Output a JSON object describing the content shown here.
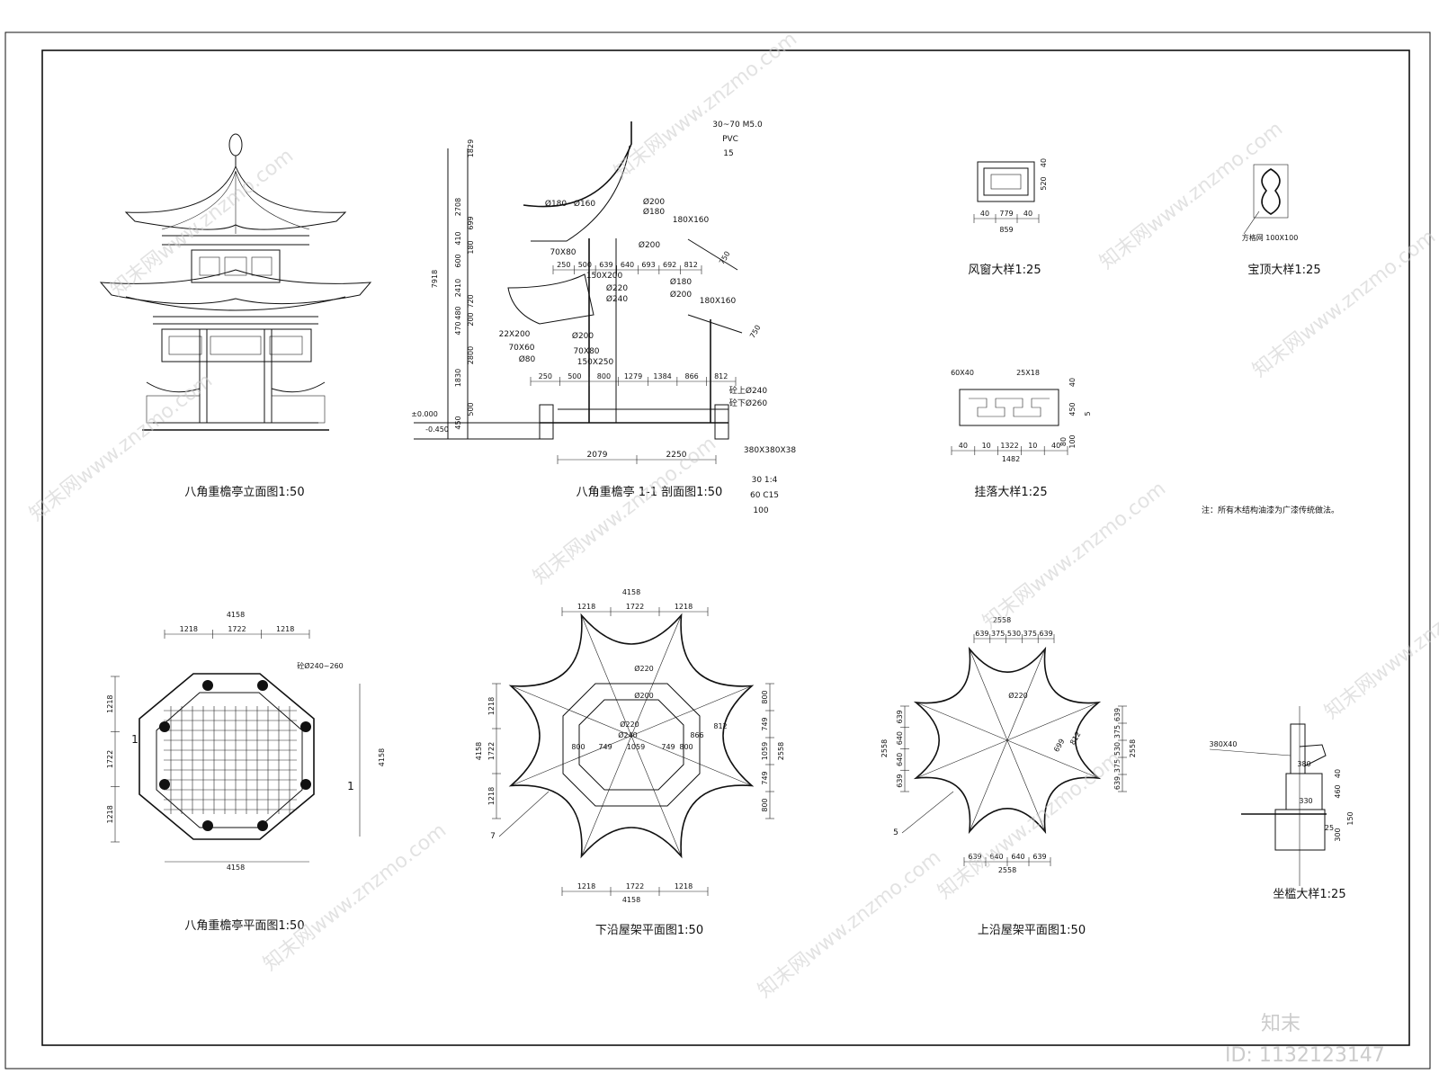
{
  "titles": {
    "elevation": "八角重檐亭立面图1:50",
    "section": "八角重檐亭 1-1 剖面图1:50",
    "wind_window": "风窗大样1:25",
    "finial": "宝顶大样1:25",
    "hanging": "挂落大样1:25",
    "note": "注：所有木结构油漆为广漆传统做法。",
    "plan": "八角重檐亭平面图1:50",
    "lower_roof": "下沿屋架平面图1:50",
    "upper_roof": "上沿屋架平面图1:50",
    "bench": "坐槛大样1:25"
  },
  "section_labels": {
    "heights": [
      "1829",
      "2708",
      "699",
      "410",
      "180",
      "600",
      "7918",
      "2410",
      "720",
      "480",
      "200",
      "470",
      "2800",
      "1830",
      "500",
      "450"
    ],
    "members": [
      "30~70  M5.0",
      "PVC",
      "15",
      "Ø200",
      "Ø180",
      "180X160",
      "Ø180",
      "Ø160",
      "70X80",
      "150X200",
      "Ø200",
      "Ø220",
      "Ø240",
      "Ø180",
      "Ø200",
      "180X160",
      "22X200",
      "70X60",
      "Ø80",
      "Ø200",
      "70X80",
      "150X250",
      "砼上Ø240",
      "砼下Ø260",
      "380X380X38",
      "30  1:4",
      "60  C15",
      "100"
    ],
    "spans_upper": [
      "250",
      "500",
      "639",
      "640",
      "693",
      "692",
      "812"
    ],
    "spans_lower": [
      "250",
      "500",
      "800",
      "1279",
      "1384",
      "866",
      "812"
    ],
    "base": [
      "2079",
      "2250"
    ],
    "levels": [
      "±0.000",
      "-0.450"
    ],
    "slopes": [
      "750",
      "750"
    ]
  },
  "details": {
    "wind_window": [
      "40",
      "779",
      "40",
      "859",
      "40",
      "520"
    ],
    "finial": [
      "方格网 100X100"
    ],
    "hanging": [
      "60X40",
      "25X18",
      "40",
      "10",
      "1322",
      "10",
      "40",
      "1482",
      "40",
      "100",
      "450",
      "80",
      "5"
    ]
  },
  "plan_labels": {
    "top": [
      "4158",
      "1218",
      "1722",
      "1218"
    ],
    "bottom": [
      "4158"
    ],
    "left": [
      "1218",
      "1722",
      "1218"
    ],
    "right": [
      "4158"
    ],
    "column": "砼Ø240~260",
    "cut": "1"
  },
  "lower_roof_labels": {
    "top": [
      "4158",
      "1218",
      "1722",
      "1218"
    ],
    "bottom": [
      "1218",
      "1722",
      "1218",
      "4158"
    ],
    "left": [
      "1218",
      "1722",
      "1218",
      "4158"
    ],
    "right": [
      "800",
      "749",
      "1059",
      "749",
      "800",
      "2558"
    ],
    "inner": [
      "Ø220",
      "Ø200",
      "Ø220",
      "Ø240",
      "800",
      "749",
      "1059",
      "749",
      "800",
      "866",
      "812"
    ],
    "callout": "7"
  },
  "upper_roof_labels": {
    "top": [
      "2558",
      "639",
      "375",
      "530",
      "375",
      "639"
    ],
    "bottom": [
      "639",
      "640",
      "640",
      "639",
      "2558"
    ],
    "left": [
      "639",
      "640",
      "640",
      "639",
      "2558"
    ],
    "right": [
      "639",
      "375",
      "530",
      "375",
      "639",
      "2558"
    ],
    "inner": [
      "Ø220",
      "699",
      "812"
    ],
    "callout": "5"
  },
  "bench_labels": [
    "380X40",
    "380",
    "330",
    "460",
    "40",
    "150",
    "300",
    "25"
  ],
  "watermark": {
    "brand": "知末",
    "id": "ID: 1132123147",
    "site": "知末网www.znzmo.com"
  }
}
